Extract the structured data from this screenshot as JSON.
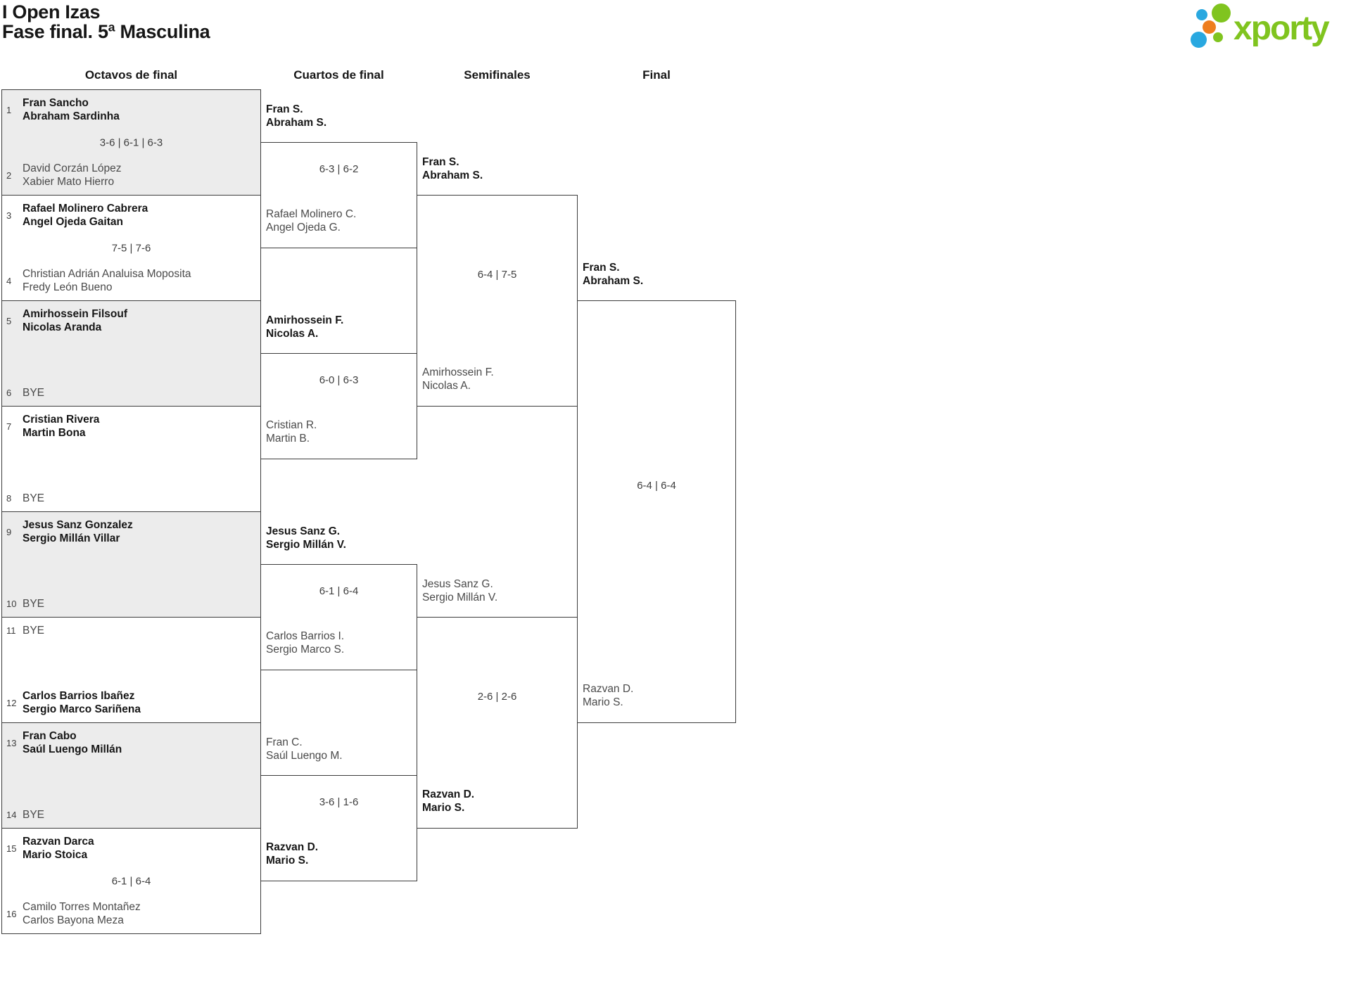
{
  "page": {
    "title_line1": "I Open Izas",
    "title_line2": "Fase final. 5ª Masculina"
  },
  "logo": {
    "brand": "xporty",
    "green": "#80c41f",
    "blue": "#29a8e0",
    "orange": "#ee7e1e"
  },
  "round_headers": {
    "r16": "Octavos de final",
    "qf": "Cuartos de final",
    "sf": "Semifinales",
    "f": "Final"
  },
  "octavos": [
    {
      "seed1": "1",
      "team1": {
        "line1": "Fran Sancho",
        "line2": "Abraham Sardinha",
        "winner": true
      },
      "score": "3-6 | 6-1 | 6-3",
      "seed2": "2",
      "team2": {
        "line1": "David Corzán López",
        "line2": "Xabier Mato Hierro",
        "winner": false
      }
    },
    {
      "seed1": "3",
      "team1": {
        "line1": "Rafael Molinero Cabrera",
        "line2": "Angel Ojeda Gaitan",
        "winner": true
      },
      "score": "7-5 | 7-6",
      "seed2": "4",
      "team2": {
        "line1": "Christian Adrián Analuisa Moposita",
        "line2": "Fredy León Bueno",
        "winner": false
      }
    },
    {
      "seed1": "5",
      "team1": {
        "line1": "Amirhossein Filsouf",
        "line2": "Nicolas Aranda",
        "winner": true
      },
      "score": "",
      "seed2": "6",
      "team2": {
        "line1": "BYE",
        "line2": "",
        "winner": false
      }
    },
    {
      "seed1": "7",
      "team1": {
        "line1": "Cristian Rivera",
        "line2": "Martin Bona",
        "winner": true
      },
      "score": "",
      "seed2": "8",
      "team2": {
        "line1": "BYE",
        "line2": "",
        "winner": false
      }
    },
    {
      "seed1": "9",
      "team1": {
        "line1": "Jesus Sanz Gonzalez",
        "line2": "Sergio Millán Villar",
        "winner": true
      },
      "score": "",
      "seed2": "10",
      "team2": {
        "line1": "BYE",
        "line2": "",
        "winner": false
      }
    },
    {
      "seed1": "11",
      "team1": {
        "line1": "BYE",
        "line2": "",
        "winner": false
      },
      "score": "",
      "seed2": "12",
      "team2": {
        "line1": "Carlos Barrios Ibañez",
        "line2": "Sergio Marco Sariñena",
        "winner": true
      }
    },
    {
      "seed1": "13",
      "team1": {
        "line1": "Fran Cabo",
        "line2": "Saúl Luengo Millán",
        "winner": true
      },
      "score": "",
      "seed2": "14",
      "team2": {
        "line1": "BYE",
        "line2": "",
        "winner": false
      }
    },
    {
      "seed1": "15",
      "team1": {
        "line1": "Razvan Darca",
        "line2": "Mario Stoica",
        "winner": true
      },
      "score": "6-1 | 6-4",
      "seed2": "16",
      "team2": {
        "line1": "Camilo Torres Montañez",
        "line2": "Carlos Bayona Meza",
        "winner": false
      }
    }
  ],
  "cuartos": [
    {
      "top": {
        "line1": "Fran S.",
        "line2": "Abraham S.",
        "winner": true
      },
      "score": "6-3 | 6-2",
      "bottom": {
        "line1": "Rafael Molinero C.",
        "line2": "Angel Ojeda G.",
        "winner": false
      }
    },
    {
      "top": {
        "line1": "Amirhossein F.",
        "line2": "Nicolas A.",
        "winner": true
      },
      "score": "6-0 | 6-3",
      "bottom": {
        "line1": "Cristian R.",
        "line2": "Martin B.",
        "winner": false
      }
    },
    {
      "top": {
        "line1": "Jesus Sanz G.",
        "line2": "Sergio Millán V.",
        "winner": true
      },
      "score": "6-1 | 6-4",
      "bottom": {
        "line1": "Carlos Barrios I.",
        "line2": "Sergio Marco S.",
        "winner": false
      }
    },
    {
      "top": {
        "line1": "Fran C.",
        "line2": "Saúl Luengo M.",
        "winner": false
      },
      "score": "3-6 | 1-6",
      "bottom": {
        "line1": "Razvan D.",
        "line2": "Mario S.",
        "winner": true
      }
    }
  ],
  "semifinales": [
    {
      "top": {
        "line1": "Fran S.",
        "line2": "Abraham S.",
        "winner": true
      },
      "score": "6-4 | 7-5",
      "bottom": {
        "line1": "Amirhossein F.",
        "line2": "Nicolas A.",
        "winner": false
      }
    },
    {
      "top": {
        "line1": "Jesus Sanz G.",
        "line2": "Sergio Millán V.",
        "winner": false
      },
      "score": "2-6 | 2-6",
      "bottom": {
        "line1": "Razvan D.",
        "line2": "Mario S.",
        "winner": true
      }
    }
  ],
  "final": {
    "top": {
      "line1": "Fran S.",
      "line2": "Abraham S.",
      "winner": true
    },
    "score": "6-4 | 6-4",
    "bottom": {
      "line1": "Razvan D.",
      "line2": "Mario S.",
      "winner": false
    }
  }
}
